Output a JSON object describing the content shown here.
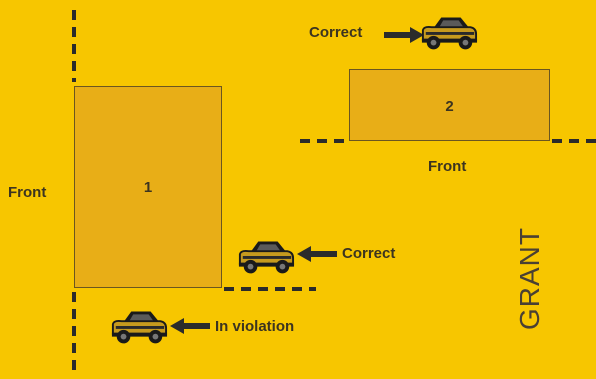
{
  "lots": [
    {
      "label": "1"
    },
    {
      "label": "2"
    }
  ],
  "labels": {
    "front_left": "Front",
    "front_right": "Front",
    "correct_top": "Correct",
    "correct_middle": "Correct",
    "in_violation": "In violation",
    "grant": "GRANT"
  },
  "colors": {
    "background": "#F7C600",
    "lot_fill": "#E8AE17",
    "car_body": "#C69A1E",
    "ink": "#3C3420",
    "dash": "#2B2B2B"
  },
  "icons": [
    "car-icon",
    "arrow-left-icon",
    "arrow-right-icon"
  ]
}
